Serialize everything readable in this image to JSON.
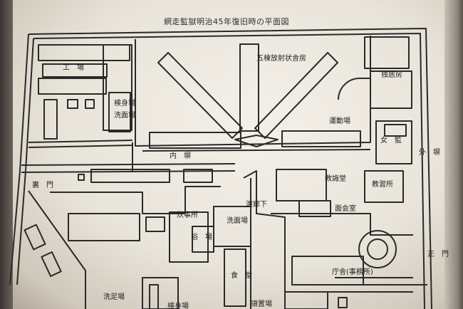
{
  "title": "網走監獄明治45年復旧時の平面図",
  "labels": {
    "gojo_bosha": "五棟放射状舎房",
    "kojo": "工　場",
    "kenshinjo_top": "検身場",
    "senmenjo_top": "洗面場",
    "dokkyobo": "独居房",
    "undojo": "運動場",
    "on_kan": "女　監",
    "soto_bei": "外　塀",
    "uchi_bei": "内　塀",
    "uramon": "裏　門",
    "kyokaido": "教誨堂",
    "kyoshujo": "教習所",
    "watari_roka": "渡廊下",
    "menkaishitsu": "面会室",
    "suijijo": "炊事所",
    "senmenjo": "洗面場",
    "yokujo": "浴　場",
    "shokudo": "食　堂",
    "chosha": "庁舎(事務所)",
    "seimon": "正　門",
    "senzokujo": "洗足場",
    "kenshinjo_bottom": "検身場",
    "ryochijo": "領置場"
  },
  "colors": {
    "paper": "#ece7de",
    "ink": "#2a2a2a"
  }
}
